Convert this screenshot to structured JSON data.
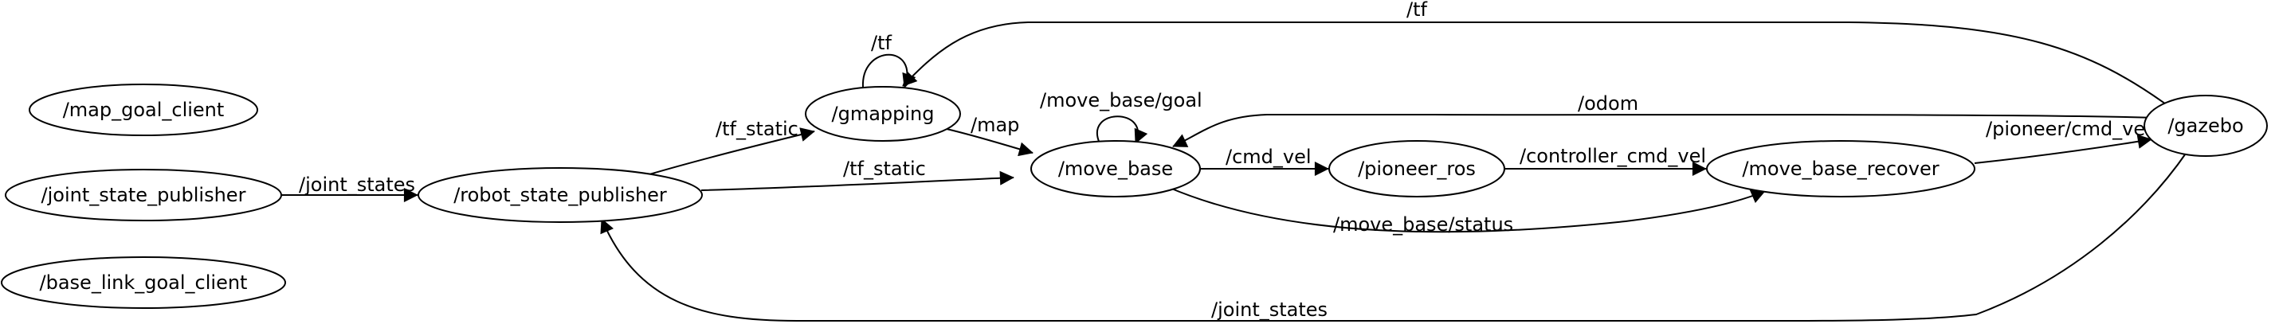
{
  "graph": {
    "nodes": {
      "map_goal_client": "/map_goal_client",
      "joint_state_publisher": "/joint_state_publisher",
      "base_link_goal_client": "/base_link_goal_client",
      "robot_state_publisher": "/robot_state_publisher",
      "gmapping": "/gmapping",
      "move_base": "/move_base",
      "pioneer_ros": "/pioneer_ros",
      "move_base_recover": "/move_base_recover",
      "gazebo": "/gazebo"
    },
    "edges": {
      "jsp_to_rsp": "/joint_states",
      "rsp_to_gmapping": "/tf_static",
      "rsp_to_move_base": "/tf_static",
      "gmapping_self": "/tf",
      "gmapping_to_move_base": "/map",
      "move_base_self": "/move_base/goal",
      "move_base_to_pioneer": "/cmd_vel",
      "pioneer_to_recover": "/controller_cmd_vel",
      "move_base_to_recover": "/move_base/status",
      "recover_to_gazebo": "/pioneer/cmd_vel",
      "gazebo_to_gmapping": "/tf",
      "gazebo_to_move_base": "/odom",
      "gazebo_to_rsp": "/joint_states"
    }
  }
}
